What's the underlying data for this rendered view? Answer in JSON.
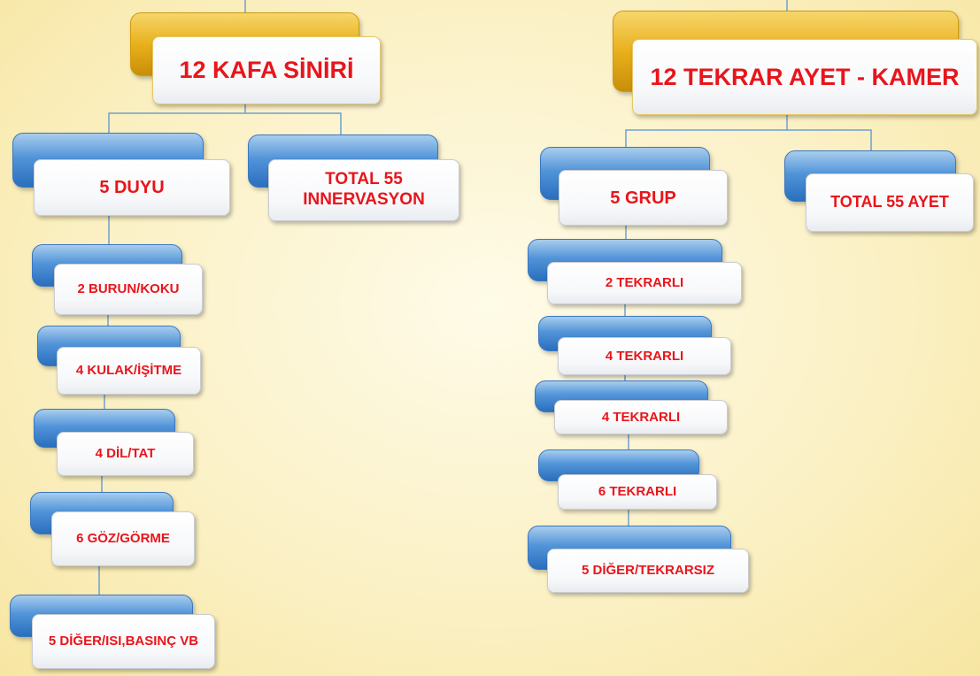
{
  "left_tree": {
    "root": "12 KAFA SİNİRİ",
    "child_a": "5 DUYU",
    "child_b": "TOTAL 55\nINNERVASYON",
    "items": [
      "2 BURUN/KOKU",
      "4 KULAK/İŞİTME",
      "4 DİL/TAT",
      "6 GÖZ/GÖRME",
      "5 DİĞER/ISI,BASINÇ VB"
    ]
  },
  "right_tree": {
    "root": "12 TEKRAR AYET - KAMER",
    "child_a": "5 GRUP",
    "child_b": "TOTAL 55 AYET",
    "items": [
      "2 TEKRARLI",
      "4 TEKRARLI",
      "4 TEKRARLI",
      "6 TEKRARLI",
      "5 DİĞER/TEKRARSIZ"
    ]
  },
  "colors": {
    "text": "#e8151b",
    "connector": "#6f9fd0",
    "root_tab": "#e9b01c",
    "node_tab": "#5294d8"
  }
}
